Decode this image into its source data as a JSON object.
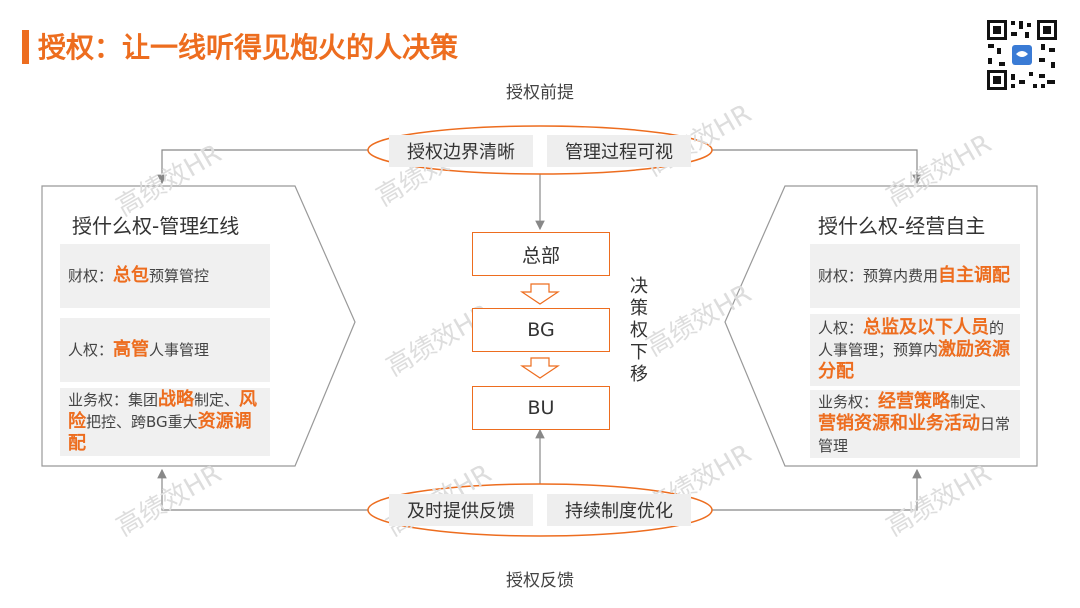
{
  "title": "授权：让一线听得见炮火的人决策",
  "top_label": "授权前提",
  "bottom_label": "授权反馈",
  "top_pills": [
    "授权边界清晰",
    "管理过程可视"
  ],
  "bottom_pills": [
    "及时提供反馈",
    "持续制度优化"
  ],
  "nodes": [
    "总部",
    "BG",
    "BU"
  ],
  "vertical_label": [
    "决",
    "策",
    "权",
    "下",
    "移"
  ],
  "left": {
    "title": "授什么权-管理红线",
    "box1": {
      "prefix": "财权：",
      "hl": "总包",
      "suffix": "预算管控"
    },
    "box2": {
      "prefix": "人权：",
      "hl": "高管",
      "suffix": "人事管理"
    },
    "box3": {
      "t1": "业务权：集团",
      "h1": "战略",
      "t2": "制定、",
      "h2": "风险",
      "t3": "把控、跨BG重大",
      "h3": "资源调配"
    }
  },
  "right": {
    "title": "授什么权-经营自主",
    "box1": {
      "prefix": "财权：预算内费用",
      "hl": "自主调配"
    },
    "box2": {
      "prefix": "人权：",
      "h1": "总监及以下人员",
      "t2": "的人事管理；预算内",
      "h2": "激励资源分配"
    },
    "box3": {
      "prefix": "业务权：",
      "h1": "经营策略",
      "t2": "制定、",
      "h2": "营销资源和业务活动",
      "t3": "日常管理"
    }
  },
  "watermark": "高绩效HR",
  "icons": [
    "wechat-icon",
    "qr-code"
  ],
  "colors": {
    "accent": "#ED6D1F",
    "line": "#888888"
  }
}
